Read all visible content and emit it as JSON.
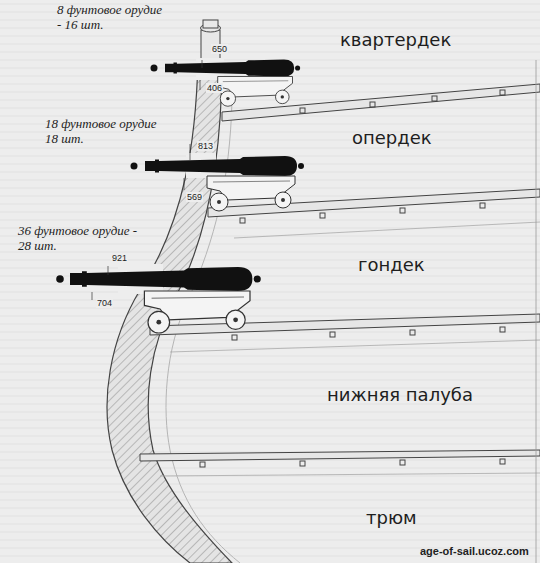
{
  "diagram": {
    "labels": [
      "8 фунтовое орудие - 16 шт.",
      "650",
      "406",
      "квартердек",
      "18 фунтовое орудие 18 шт.",
      "813",
      "569",
      "опердек",
      "36 фунтовое орудие - 28 шт.",
      "921",
      "704",
      "гондек",
      "нижняя палуба",
      "трюм",
      "age-of-sail.ucoz.com"
    ]
  }
}
